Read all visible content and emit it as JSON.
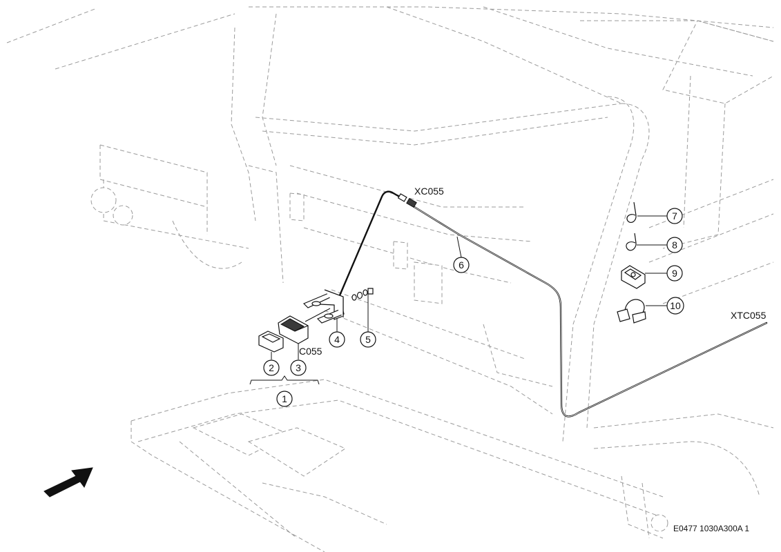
{
  "callouts": [
    {
      "id": "1",
      "label": "1"
    },
    {
      "id": "2",
      "label": "2"
    },
    {
      "id": "3",
      "label": "3"
    },
    {
      "id": "4",
      "label": "4"
    },
    {
      "id": "5",
      "label": "5"
    },
    {
      "id": "6",
      "label": "6"
    },
    {
      "id": "7",
      "label": "7"
    },
    {
      "id": "8",
      "label": "8"
    },
    {
      "id": "9",
      "label": "9"
    },
    {
      "id": "10",
      "label": "10"
    }
  ],
  "connectors": {
    "xc055": "XC055",
    "c055": "C055",
    "xtc055": "XTC055"
  },
  "reference_code": "E0477 1030A300A 1",
  "icons": {
    "direction_arrow": "forward-arrow-icon"
  },
  "colors": {
    "line": "#111111",
    "ghost": "#9a9a9a",
    "background": "#ffffff"
  }
}
